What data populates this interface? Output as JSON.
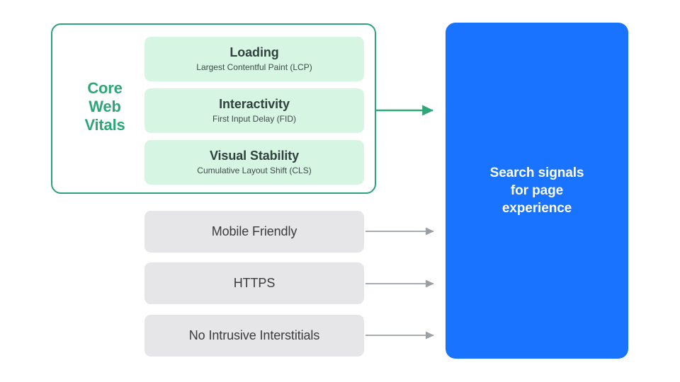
{
  "diagram": {
    "title_group": {
      "label": "Core\nWeb\nVitals",
      "accent_color": "#2fa678",
      "border_color": "#29a37a"
    },
    "metrics": [
      {
        "title": "Loading",
        "subtitle": "Largest Contentful Paint (LCP)"
      },
      {
        "title": "Interactivity",
        "subtitle": "First Input Delay (FID)"
      },
      {
        "title": "Visual Stability",
        "subtitle": "Cumulative Layout Shift (CLS)"
      }
    ],
    "metric_card_color": "#d6f5e3",
    "other_signals": [
      {
        "label": "Mobile Friendly"
      },
      {
        "label": "HTTPS"
      },
      {
        "label": "No Intrusive Interstitials"
      }
    ],
    "signal_box_color": "#e6e6e8",
    "destination": {
      "label": "Search signals\nfor page\nexperience",
      "background_color": "#1a73ff",
      "text_color": "#ffffff"
    },
    "arrows": [
      {
        "name": "core-web-vitals-arrow",
        "color": "#2fa678"
      },
      {
        "name": "mobile-friendly-arrow",
        "color": "#9aa0a6"
      },
      {
        "name": "https-arrow",
        "color": "#9aa0a6"
      },
      {
        "name": "no-intrusive-interstitials-arrow",
        "color": "#9aa0a6"
      }
    ]
  }
}
